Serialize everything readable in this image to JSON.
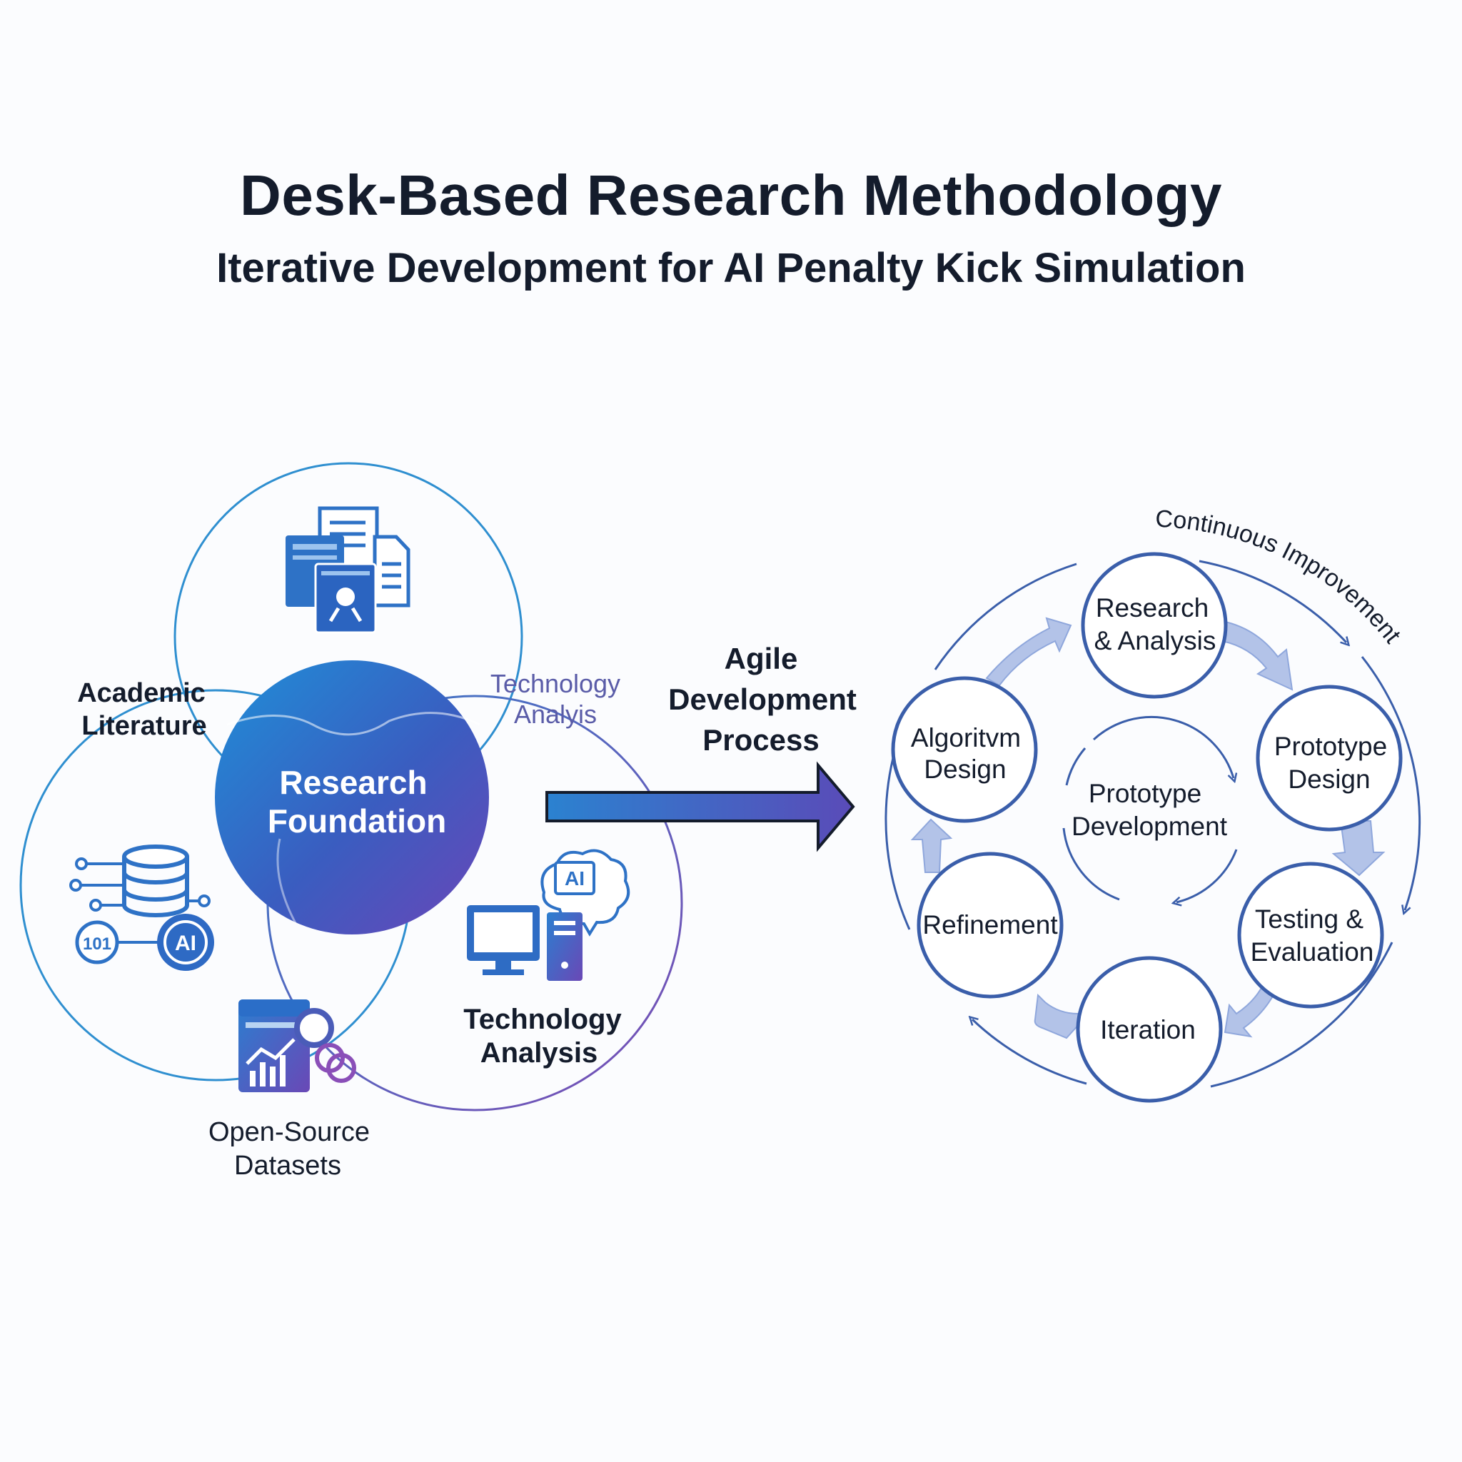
{
  "title": "Desk-Based Research Methodology",
  "subtitle": "Iterative Development for AI Penalty Kick Simulation",
  "venn": {
    "center_label": [
      "Research",
      "Foundation"
    ],
    "academic_label": [
      "Academic",
      "Literature"
    ],
    "tech_faint_label": [
      "Technology",
      "Analyis"
    ],
    "tech_label": [
      "Technology",
      "Analysis"
    ],
    "datasets_label": [
      "Open-Source",
      "Datasets"
    ],
    "ai_badge_db": "AI",
    "ai_badge_chip": "AI",
    "db_badge_text": "101"
  },
  "arrow_label": [
    "Agile",
    "Development",
    "Process"
  ],
  "cycle": {
    "outer_label": "Continuous Improvement",
    "center_label": [
      "Prototype",
      "Development"
    ],
    "nodes": [
      {
        "id": "research",
        "label": [
          "Research",
          "& Analysis"
        ]
      },
      {
        "id": "prototype-design",
        "label": [
          "Prototype",
          "Design"
        ]
      },
      {
        "id": "testing",
        "label": [
          "Testing &",
          "Evaluation"
        ]
      },
      {
        "id": "iteration",
        "label": [
          "Iteration"
        ]
      },
      {
        "id": "refinement",
        "label": [
          "Refinement"
        ]
      },
      {
        "id": "algorithm",
        "label": [
          "Algoritvm",
          "Design"
        ]
      }
    ]
  },
  "colors": {
    "title": "#141c2c",
    "circle_blue": "#2f8fd0",
    "circle_purple": "#6d54b0",
    "node_stroke": "#3a5eaa",
    "arrow_fill": "#b3c3e8",
    "icon_blue": "#2e72c6"
  }
}
